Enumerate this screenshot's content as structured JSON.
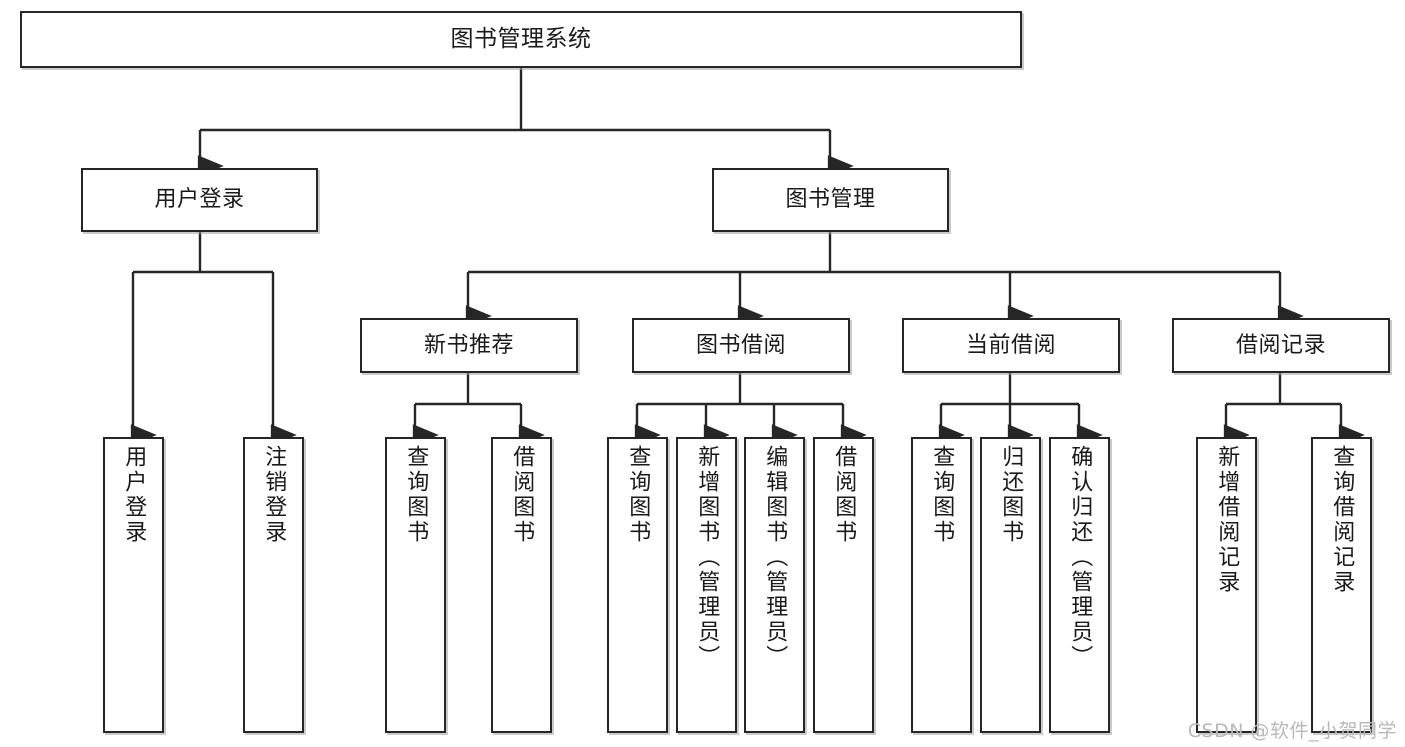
{
  "diagram": {
    "type": "tree",
    "title": "图书管理系统",
    "watermark": "CSDN @软件_小贺同学",
    "colors": {
      "border": "#262626",
      "background": "#ffffff",
      "text": "#1a1a1a",
      "watermark": "#b9b9b9"
    },
    "nodes": {
      "root": {
        "label": "图书管理系统"
      },
      "level2": [
        {
          "label": "用户登录"
        },
        {
          "label": "图书管理"
        }
      ],
      "level3": [
        {
          "label": "新书推荐"
        },
        {
          "label": "图书借阅"
        },
        {
          "label": "当前借阅"
        },
        {
          "label": "借阅记录"
        }
      ],
      "leaves": {
        "user_login": [
          {
            "label": "用户登录"
          },
          {
            "label": "注销登录"
          }
        ],
        "new_book_recommend": [
          {
            "label": "查询图书"
          },
          {
            "label": "借阅图书"
          }
        ],
        "book_borrow": [
          {
            "label": "查询图书"
          },
          {
            "label": "新增图书（管理员）"
          },
          {
            "label": "编辑图书（管理员）"
          },
          {
            "label": "借阅图书"
          }
        ],
        "current_borrow": [
          {
            "label": "查询图书"
          },
          {
            "label": "归还图书"
          },
          {
            "label": "确认归还（管理员）"
          }
        ],
        "borrow_record": [
          {
            "label": "新增借阅记录"
          },
          {
            "label": "查询借阅记录"
          }
        ]
      }
    }
  }
}
